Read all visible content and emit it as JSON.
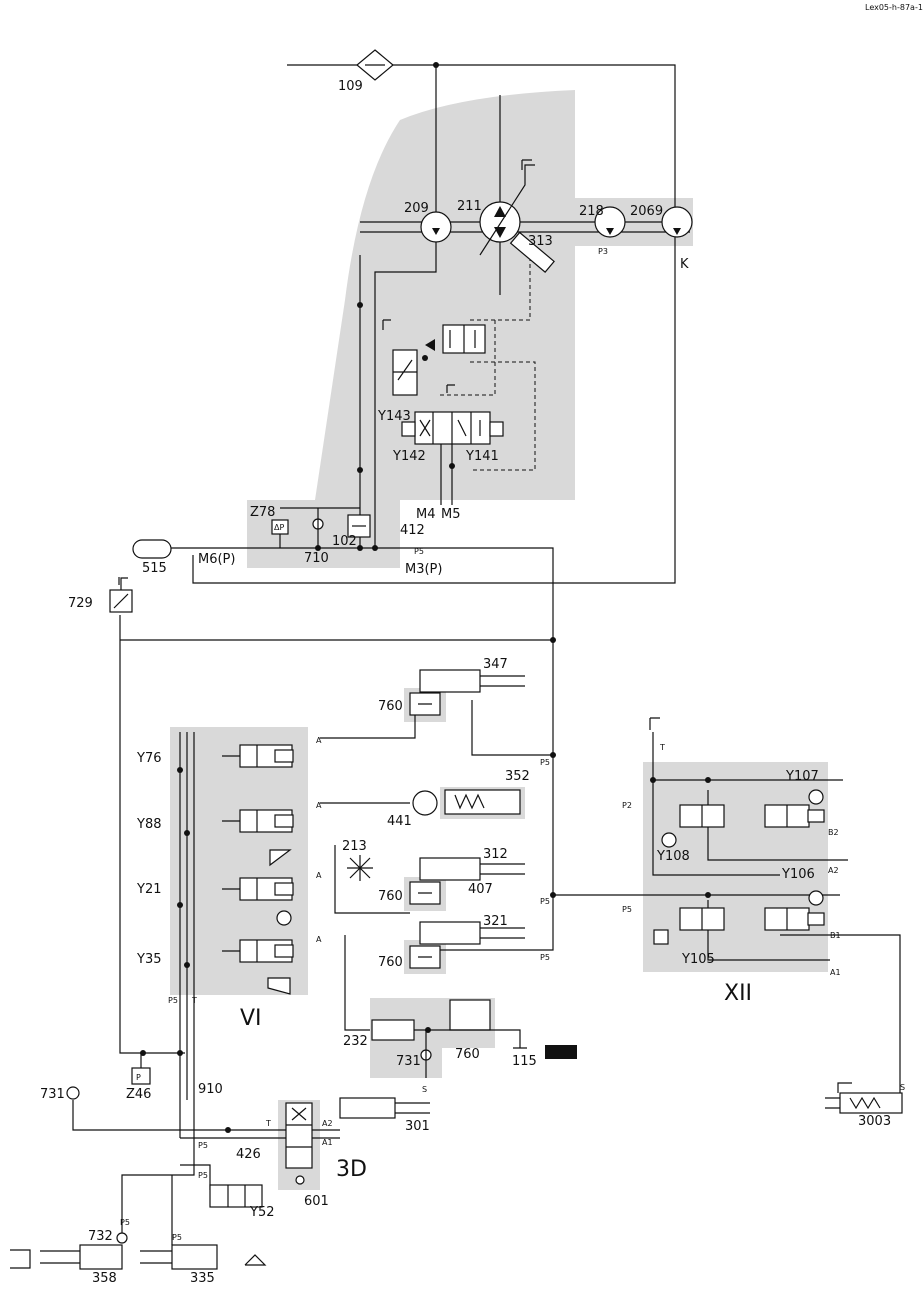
{
  "doc_code": "Lex05-h-87a-1",
  "groups": {
    "g6": "VI",
    "g12": "XII",
    "g3d": "3D"
  },
  "components": {
    "c109": "109",
    "c209": "209",
    "c211": "211",
    "c218": "218",
    "c2069": "2069",
    "c313": "313",
    "cK": "K",
    "cY143": "Y143",
    "cY142": "Y142",
    "cY141": "Y141",
    "cM5": "M5",
    "cM4": "M4",
    "c278": "Z78",
    "c102": "102",
    "c710": "710",
    "c412": "412",
    "c515": "515",
    "cM6": "M6(P)",
    "cM3": "M3(P)",
    "c729": "729",
    "c347": "347",
    "c352": "352",
    "c312": "312",
    "c321": "321",
    "c441": "441",
    "c213": "213",
    "c407": "407",
    "c760a": "760",
    "c760b": "760",
    "c760c": "760",
    "c760d": "760",
    "cY76": "Y76",
    "cY88": "Y88",
    "cY21": "Y21",
    "cY35": "Y35",
    "c232": "232",
    "c731a": "731",
    "c115": "115",
    "c731b": "731",
    "c246": "Z46",
    "c910": "910",
    "c301": "301",
    "c426": "426",
    "c601": "601",
    "cY52": "Y52",
    "c732": "732",
    "c358": "358",
    "c335": "335",
    "cY107": "Y107",
    "cY108": "Y108",
    "cY106": "Y106",
    "cY105": "Y105",
    "c3003": "3003"
  },
  "ports": {
    "p3": "P3",
    "p5a": "P5",
    "p5b": "P5",
    "p5c": "P5",
    "p5d": "P5",
    "p5e": "P5",
    "p5f": "P5",
    "p5g": "P5",
    "p5h": "P5",
    "p5i": "P5",
    "p5j": "P5",
    "p2": "P2",
    "t1": "T",
    "t2": "T",
    "t3": "T",
    "s1": "S",
    "s2": "S",
    "a1": "A",
    "a2": "A",
    "a3": "A",
    "a4": "A",
    "pa1": "A1",
    "pa2": "A2",
    "pb1": "B1",
    "pb2": "B2",
    "pa2b": "A2",
    "pa1b": "A1",
    "pP": "P",
    "dp": "ΔP"
  },
  "icons": [
    "hazard-icon",
    "gear-icon",
    "tipper-icon",
    "pump-icon",
    "tractor-icon",
    "fan-icon"
  ],
  "colors": {
    "line": "#111111",
    "zone": "#d9d9d9",
    "background": "#ffffff"
  }
}
